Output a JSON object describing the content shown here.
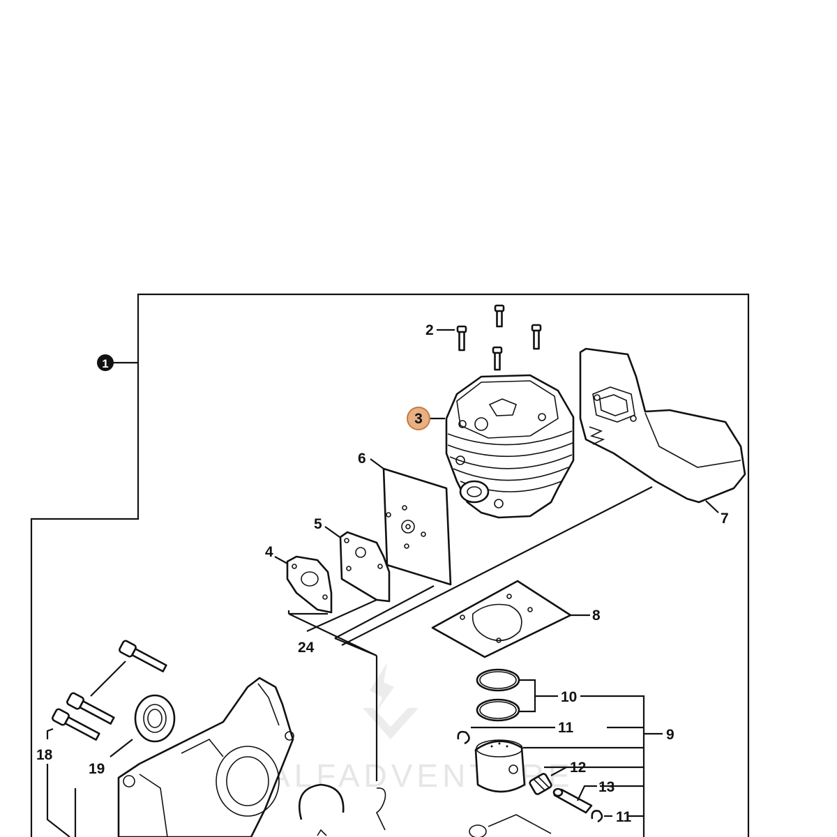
{
  "watermark": {
    "text": "ALFADVENTURE"
  },
  "main_callout": {
    "number": "1"
  },
  "highlight_callout": {
    "number": "3",
    "fill_color": "#e8b083",
    "stroke_color": "#c47a40"
  },
  "callouts": [
    {
      "id": "2",
      "text": "2"
    },
    {
      "id": "4",
      "text": "4"
    },
    {
      "id": "5",
      "text": "5"
    },
    {
      "id": "6",
      "text": "6"
    },
    {
      "id": "7",
      "text": "7"
    },
    {
      "id": "8",
      "text": "8"
    },
    {
      "id": "9",
      "text": "9"
    },
    {
      "id": "10",
      "text": "10"
    },
    {
      "id": "11a",
      "text": "11"
    },
    {
      "id": "11b",
      "text": "11"
    },
    {
      "id": "12",
      "text": "12"
    },
    {
      "id": "13",
      "text": "13"
    },
    {
      "id": "18",
      "text": "18"
    },
    {
      "id": "19",
      "text": "19"
    },
    {
      "id": "24",
      "text": "24"
    }
  ]
}
